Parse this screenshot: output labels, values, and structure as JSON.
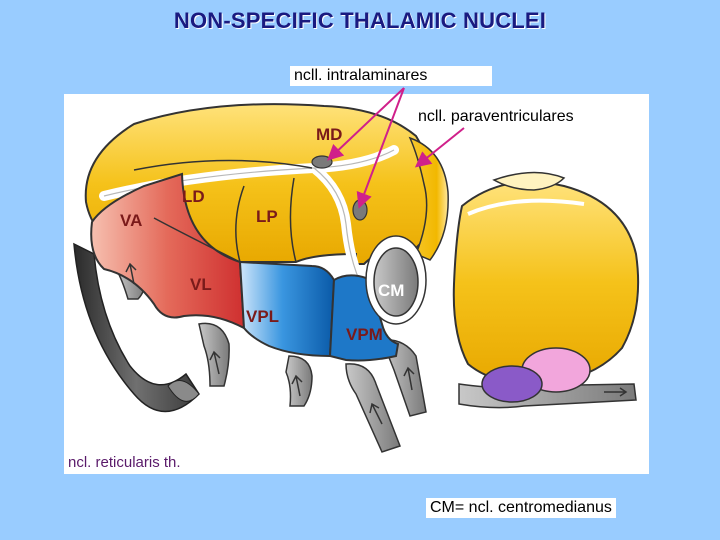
{
  "title": "NON-SPECIFIC THALAMIC NUCLEI",
  "labels": {
    "intralaminares": "ncll. intralaminares",
    "paraventriculares": "ncll. paraventriculares",
    "reticularis": "ncl. reticularis th.",
    "centromedianus": "CM= ncl. centromedianus"
  },
  "nuclei": {
    "md": "MD",
    "ld": "LD",
    "va": "VA",
    "lp": "LP",
    "vl": "VL",
    "vpl": "VPL",
    "cm": "CM",
    "vpm": "VPM"
  },
  "colors": {
    "background": "#99ccff",
    "title": "#1a1a80",
    "yellow": "#f2b800",
    "red": "#e06060",
    "blue": "#2a8ad8",
    "gray": "#9a9a9a",
    "dark_gray": "#555555",
    "pink": "#f0a8e0",
    "purple": "#8a5ac8",
    "arrow": "#d0208a"
  }
}
